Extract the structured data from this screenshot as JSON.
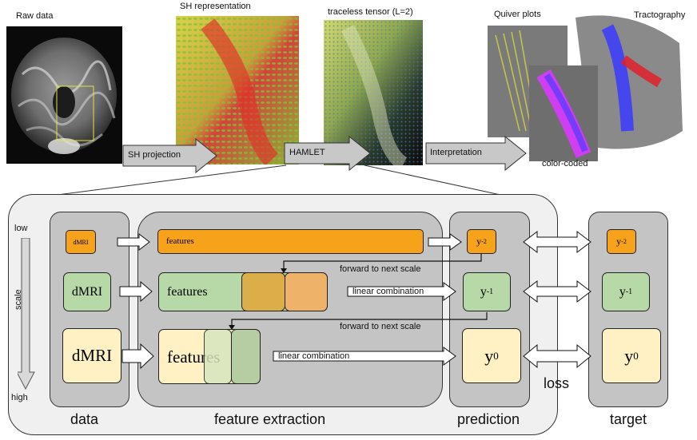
{
  "top": {
    "raw_data": "Raw data",
    "sh_representation": "SH representation",
    "traceless_tensor": "traceless tensor (L=2)",
    "quiver_plots": "Quiver  plots",
    "tractography": "Tractography",
    "color_coded": "color-coded",
    "arrow_sh_projection": "SH projection",
    "arrow_hamlet": "HAMLET",
    "arrow_interpretation": "Interpretation"
  },
  "scale": {
    "low": "low",
    "high": "high",
    "axis": "scale"
  },
  "inputs": {
    "dmri_small": "dMRI",
    "dmri_mid": "dMRI",
    "dmri_large": "dMRI"
  },
  "features": {
    "row1": "features",
    "row2": "features",
    "row3": "features"
  },
  "connections": {
    "forward_1": "forward to next scale",
    "forward_2": "forward to next scale",
    "linear_1": "linear combination",
    "linear_2": "linear combination"
  },
  "prediction": {
    "y_base": "y",
    "exp_2": "-2",
    "exp_1": "-1",
    "exp_0": "0"
  },
  "target": {
    "y_base": "y",
    "exp_2": "-2",
    "exp_1": "-1",
    "exp_0": "0"
  },
  "section_labels": {
    "data": "data",
    "feature_extraction": "feature extraction",
    "prediction": "prediction",
    "target": "target",
    "loss": "loss"
  },
  "colors": {
    "orange": "#f7a21b",
    "green": "#b7d9a8",
    "cream": "#fff1c4",
    "panel": "#c4c4c4",
    "outer": "#f0f0f0"
  }
}
